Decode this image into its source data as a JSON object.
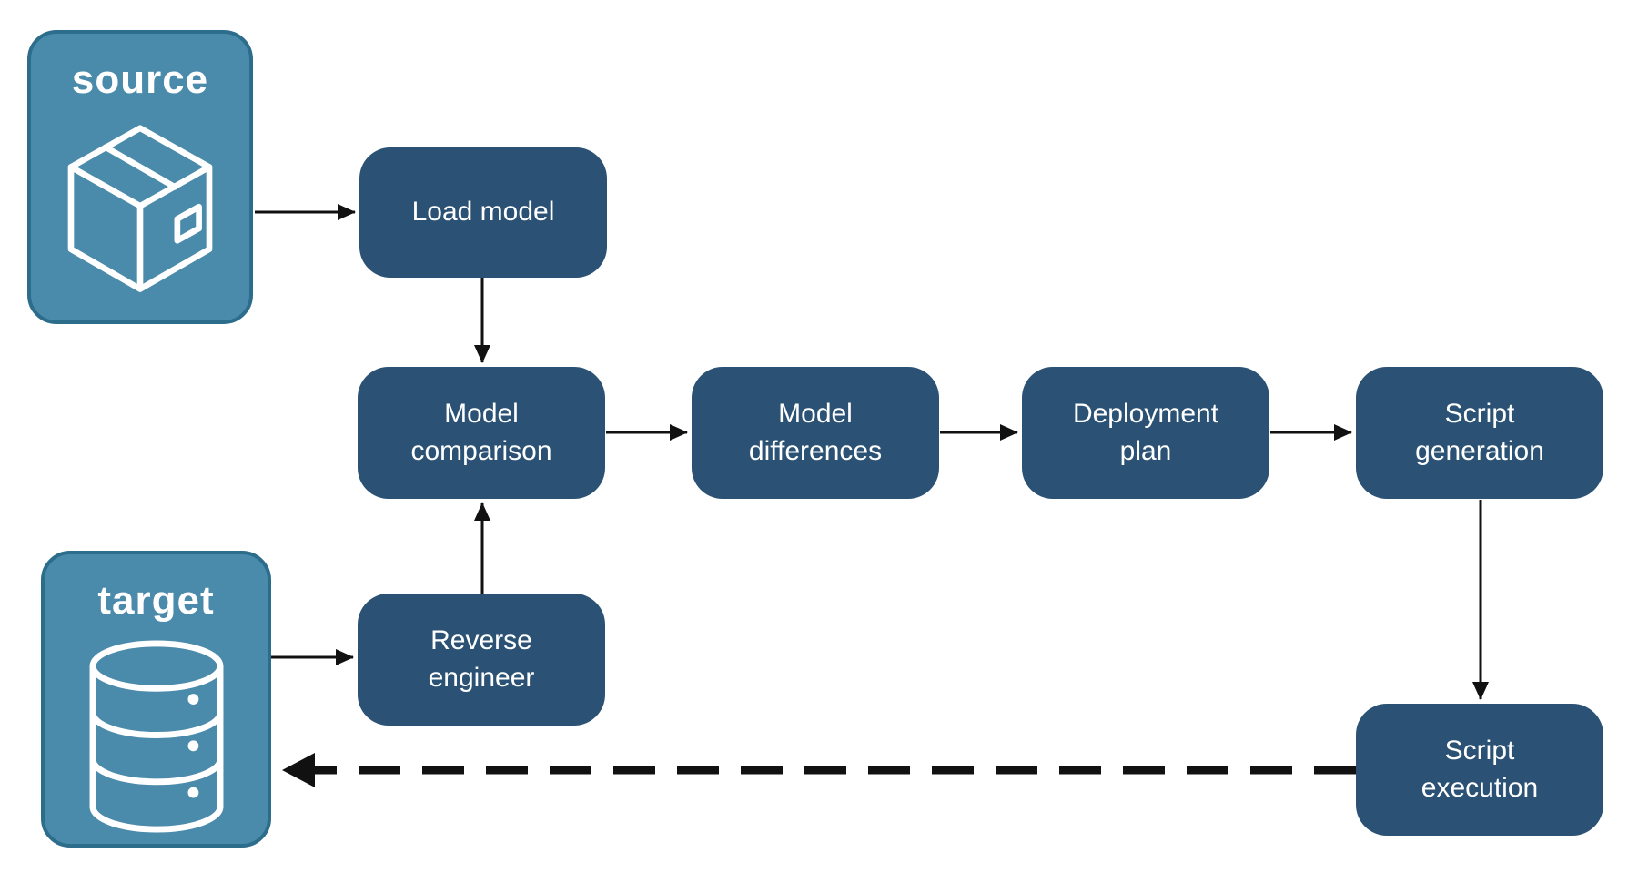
{
  "colors": {
    "endpoint_fill": "#4A8AAB",
    "endpoint_border": "#2D6D8C",
    "step_fill": "#2B5274",
    "arrow": "#111111",
    "text": "#FFFFFF",
    "background": "#FFFFFF"
  },
  "nodes": {
    "source": {
      "label": "source",
      "icon": "package-icon"
    },
    "target": {
      "label": "target",
      "icon": "database-icon"
    },
    "load_model": {
      "label": "Load model"
    },
    "model_comparison": {
      "label": "Model comparison"
    },
    "model_differences": {
      "label": "Model differences"
    },
    "deployment_plan": {
      "label": "Deployment plan"
    },
    "script_generation": {
      "label": "Script generation"
    },
    "reverse_engineer": {
      "label": "Reverse engineer"
    },
    "script_execution": {
      "label": "Script execution"
    }
  },
  "edges": [
    {
      "from": "source",
      "to": "load_model",
      "style": "solid"
    },
    {
      "from": "load_model",
      "to": "model_comparison",
      "style": "solid"
    },
    {
      "from": "target",
      "to": "reverse_engineer",
      "style": "solid"
    },
    {
      "from": "reverse_engineer",
      "to": "model_comparison",
      "style": "solid"
    },
    {
      "from": "model_comparison",
      "to": "model_differences",
      "style": "solid"
    },
    {
      "from": "model_differences",
      "to": "deployment_plan",
      "style": "solid"
    },
    {
      "from": "deployment_plan",
      "to": "script_generation",
      "style": "solid"
    },
    {
      "from": "script_generation",
      "to": "script_execution",
      "style": "solid"
    },
    {
      "from": "script_execution",
      "to": "target",
      "style": "dashed"
    }
  ]
}
